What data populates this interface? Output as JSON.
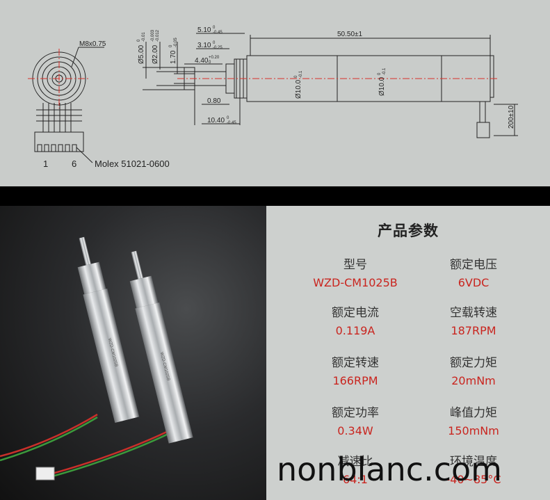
{
  "drawing": {
    "thread_label": "M8x0.75",
    "pin_left": "1",
    "pin_right": "6",
    "connector_label": "Molex 51021-0600",
    "dims": {
      "d_5": "5.00",
      "d_5_tol_upper": "0",
      "d_5_tol_lower": "-0.01",
      "d_2": "2.00",
      "d_2_tol_upper": "-0.003",
      "d_2_tol_lower": "-0.012",
      "d_170": "1.70",
      "d_170_tol_upper": "0",
      "d_170_tol_lower": "-0.05",
      "l_510": "5.10",
      "l_510_tol_upper": "0",
      "l_510_tol_lower": "-0.45",
      "l_310": "3.10",
      "l_310_tol_upper": "0",
      "l_310_tol_lower": "-0.25",
      "l_440": "4.40",
      "l_440_tol_upper": "+0.20",
      "l_440_tol_lower": "0",
      "l_080": "0.80",
      "l_1040": "10.40",
      "l_1040_tol_upper": "0",
      "l_1040_tol_lower": "-0.45",
      "l_total": "50.50±1",
      "dia_10a": "10.0",
      "dia_10a_tol_upper": "0",
      "dia_10a_tol_lower": "-0.1",
      "dia_10b": "10.0",
      "dia_10b_tol_upper": "0",
      "dia_10b_tol_lower": "-0.1",
      "lead_len": "200±10"
    }
  },
  "photo": {
    "motor_label_1": "WZD-CM1025B",
    "motor_label_2": "WZD-CM1025B"
  },
  "specs": {
    "title": "产品参数",
    "items": [
      {
        "label": "型号",
        "value": "WZD-CM1025B"
      },
      {
        "label": "额定电压",
        "value": "6VDC"
      },
      {
        "label": "额定电流",
        "value": "0.119A"
      },
      {
        "label": "空载转速",
        "value": "187RPM"
      },
      {
        "label": "额定转速",
        "value": "166RPM"
      },
      {
        "label": "额定力矩",
        "value": "20mNm"
      },
      {
        "label": "额定功率",
        "value": "0.34W"
      },
      {
        "label": "峰值力矩",
        "value": "150mNm"
      },
      {
        "label": "减速比",
        "value": "64:1"
      },
      {
        "label": "环境温度",
        "value": "-40~85°C"
      }
    ]
  },
  "watermark": "nonblanc.com",
  "colors": {
    "drawing_bg": "#c9ccca",
    "specs_bg": "#cdd0ce",
    "value_red": "#c9251f",
    "centerline_red": "#d9302a"
  }
}
